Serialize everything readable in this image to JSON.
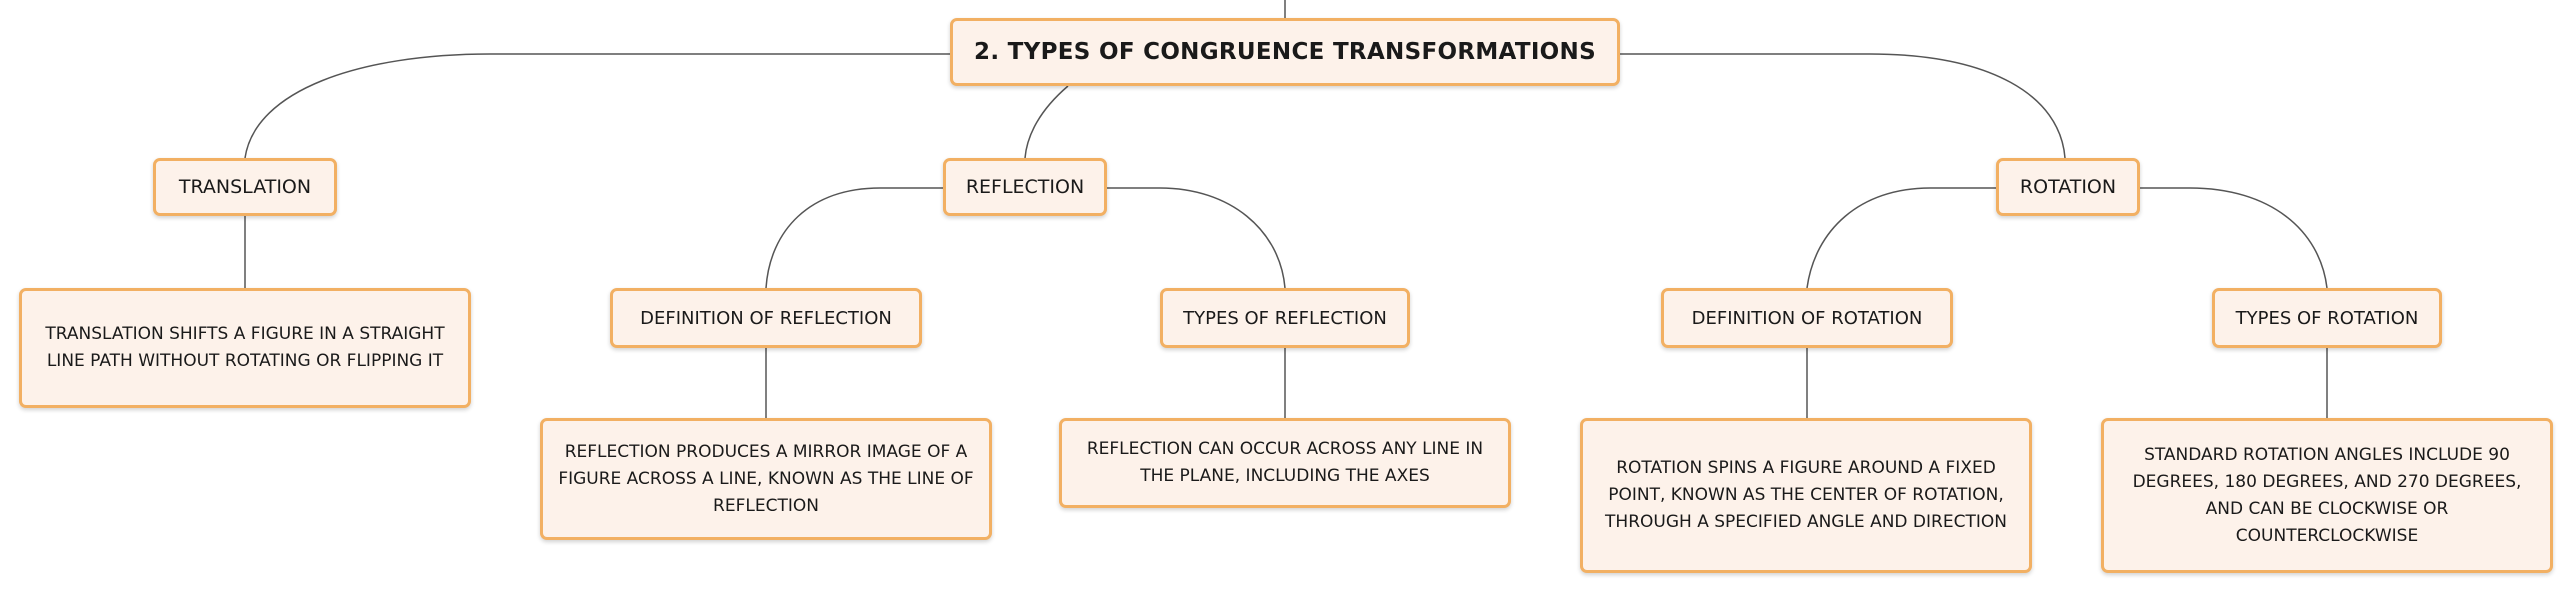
{
  "root": {
    "label": "2. TYPES OF CONGRUENCE TRANSFORMATIONS"
  },
  "translation": {
    "label": "TRANSLATION",
    "description": "TRANSLATION SHIFTS A FIGURE IN A STRAIGHT LINE PATH WITHOUT ROTATING OR FLIPPING IT"
  },
  "reflection": {
    "label": "REFLECTION",
    "definition": {
      "label": "DEFINITION OF REFLECTION",
      "description": "REFLECTION PRODUCES A MIRROR IMAGE OF A FIGURE ACROSS A LINE, KNOWN AS THE LINE OF REFLECTION"
    },
    "types": {
      "label": "TYPES OF REFLECTION",
      "description": "REFLECTION CAN OCCUR ACROSS ANY LINE IN THE PLANE, INCLUDING THE AXES"
    }
  },
  "rotation": {
    "label": "ROTATION",
    "definition": {
      "label": "DEFINITION OF ROTATION",
      "description": "ROTATION SPINS A FIGURE AROUND A FIXED POINT, KNOWN AS THE CENTER OF ROTATION, THROUGH A SPECIFIED ANGLE AND DIRECTION"
    },
    "types": {
      "label": "TYPES OF ROTATION",
      "description": "STANDARD ROTATION ANGLES INCLUDE 90 DEGREES, 180 DEGREES, AND 270 DEGREES, AND CAN BE CLOCKWISE OR COUNTERCLOCKWISE"
    }
  }
}
